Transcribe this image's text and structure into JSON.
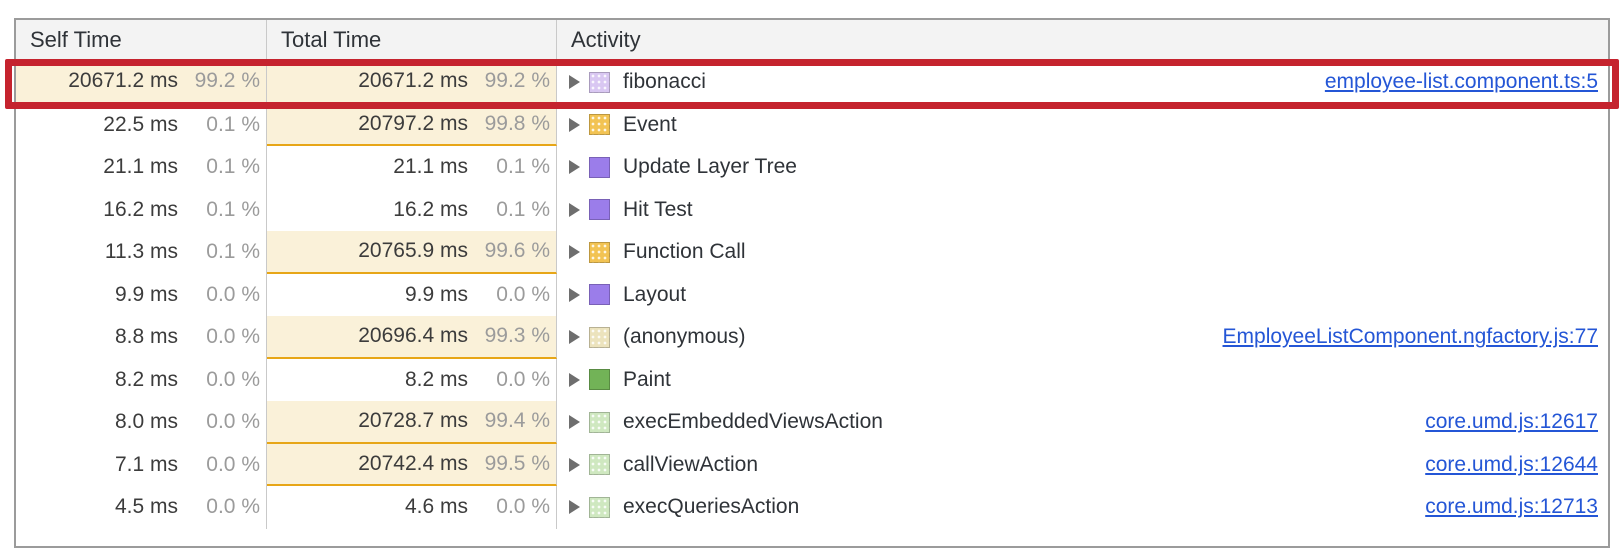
{
  "table": {
    "columns": [
      {
        "label": "Self Time"
      },
      {
        "label": "Total Time"
      },
      {
        "label": "Activity"
      }
    ],
    "rows": [
      {
        "self_time": "20671.2 ms",
        "self_pct": "99.2 %",
        "self_hot": true,
        "total_time": "20671.2 ms",
        "total_pct": "99.2 %",
        "total_hot": true,
        "activity": "fibonacci",
        "swatch": "purple-light",
        "patterned": true,
        "link": "employee-list.component.ts:5"
      },
      {
        "self_time": "22.5 ms",
        "self_pct": "0.1 %",
        "self_hot": false,
        "total_time": "20797.2 ms",
        "total_pct": "99.8 %",
        "total_hot": true,
        "activity": "Event",
        "swatch": "orange",
        "patterned": true,
        "link": null
      },
      {
        "self_time": "21.1 ms",
        "self_pct": "0.1 %",
        "self_hot": false,
        "total_time": "21.1 ms",
        "total_pct": "0.1 %",
        "total_hot": false,
        "activity": "Update Layer Tree",
        "swatch": "purple",
        "patterned": false,
        "link": null
      },
      {
        "self_time": "16.2 ms",
        "self_pct": "0.1 %",
        "self_hot": false,
        "total_time": "16.2 ms",
        "total_pct": "0.1 %",
        "total_hot": false,
        "activity": "Hit Test",
        "swatch": "purple",
        "patterned": false,
        "link": null
      },
      {
        "self_time": "11.3 ms",
        "self_pct": "0.1 %",
        "self_hot": false,
        "total_time": "20765.9 ms",
        "total_pct": "99.6 %",
        "total_hot": true,
        "activity": "Function Call",
        "swatch": "orange",
        "patterned": true,
        "link": null
      },
      {
        "self_time": "9.9 ms",
        "self_pct": "0.0 %",
        "self_hot": false,
        "total_time": "9.9 ms",
        "total_pct": "0.0 %",
        "total_hot": false,
        "activity": "Layout",
        "swatch": "purple",
        "patterned": false,
        "link": null
      },
      {
        "self_time": "8.8 ms",
        "self_pct": "0.0 %",
        "self_hot": false,
        "total_time": "20696.4 ms",
        "total_pct": "99.3 %",
        "total_hot": true,
        "activity": "(anonymous)",
        "swatch": "tan",
        "patterned": true,
        "link": "EmployeeListComponent.ngfactory.js:77"
      },
      {
        "self_time": "8.2 ms",
        "self_pct": "0.0 %",
        "self_hot": false,
        "total_time": "8.2 ms",
        "total_pct": "0.0 %",
        "total_hot": false,
        "activity": "Paint",
        "swatch": "green",
        "patterned": false,
        "link": null
      },
      {
        "self_time": "8.0 ms",
        "self_pct": "0.0 %",
        "self_hot": false,
        "total_time": "20728.7 ms",
        "total_pct": "99.4 %",
        "total_hot": true,
        "activity": "execEmbeddedViewsAction",
        "swatch": "green-light",
        "patterned": true,
        "link": "core.umd.js:12617"
      },
      {
        "self_time": "7.1 ms",
        "self_pct": "0.0 %",
        "self_hot": false,
        "total_time": "20742.4 ms",
        "total_pct": "99.5 %",
        "total_hot": true,
        "activity": "callViewAction",
        "swatch": "green-light",
        "patterned": true,
        "link": "core.umd.js:12644"
      },
      {
        "self_time": "4.5 ms",
        "self_pct": "0.0 %",
        "self_hot": false,
        "total_time": "4.6 ms",
        "total_pct": "0.0 %",
        "total_hot": false,
        "activity": "execQueriesAction",
        "swatch": "green-light",
        "patterned": true,
        "link": "core.umd.js:12713"
      }
    ]
  },
  "colors": {
    "swatches": {
      "purple-light": "#d9c7f2",
      "purple": "#9b7dea",
      "orange": "#f2c353",
      "tan": "#ece3bd",
      "green": "#72b357",
      "green-light": "#cfe8c0"
    },
    "hot_cell_bg": "#faf1d9",
    "hot_cell_border": "#e7a617",
    "link": "#2456d6"
  },
  "annotation": {
    "type": "highlight-box",
    "color": "#c5232e",
    "highlighted_row": "fibonacci"
  }
}
